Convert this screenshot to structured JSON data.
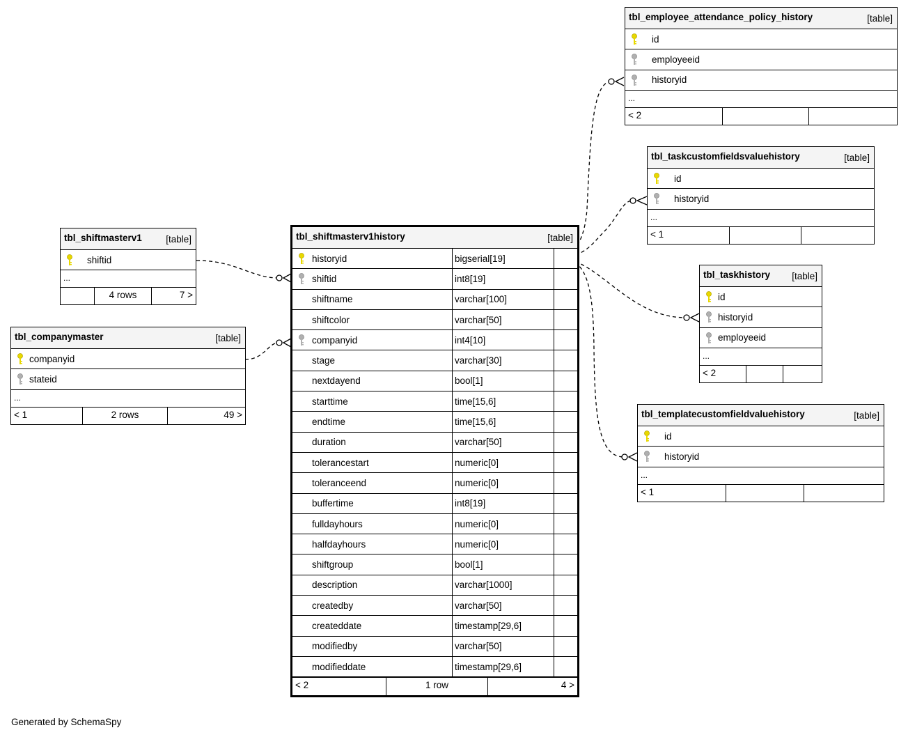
{
  "diagram": {
    "focus_table": {
      "name": "tbl_shiftmasterv1history",
      "kind": "[table]",
      "columns": [
        {
          "name": "historyid",
          "type": "bigserial[19]",
          "key": "primary-key"
        },
        {
          "name": "shiftid",
          "type": "int8[19]",
          "key": "foreign-key"
        },
        {
          "name": "shiftname",
          "type": "varchar[100]",
          "key": ""
        },
        {
          "name": "shiftcolor",
          "type": "varchar[50]",
          "key": ""
        },
        {
          "name": "companyid",
          "type": "int4[10]",
          "key": "foreign-key"
        },
        {
          "name": "stage",
          "type": "varchar[30]",
          "key": ""
        },
        {
          "name": "nextdayend",
          "type": "bool[1]",
          "key": ""
        },
        {
          "name": "starttime",
          "type": "time[15,6]",
          "key": ""
        },
        {
          "name": "endtime",
          "type": "time[15,6]",
          "key": ""
        },
        {
          "name": "duration",
          "type": "varchar[50]",
          "key": ""
        },
        {
          "name": "tolerancestart",
          "type": "numeric[0]",
          "key": ""
        },
        {
          "name": "toleranceend",
          "type": "numeric[0]",
          "key": ""
        },
        {
          "name": "buffertime",
          "type": "int8[19]",
          "key": ""
        },
        {
          "name": "fulldayhours",
          "type": "numeric[0]",
          "key": ""
        },
        {
          "name": "halfdayhours",
          "type": "numeric[0]",
          "key": ""
        },
        {
          "name": "shiftgroup",
          "type": "bool[1]",
          "key": ""
        },
        {
          "name": "description",
          "type": "varchar[1000]",
          "key": ""
        },
        {
          "name": "createdby",
          "type": "varchar[50]",
          "key": ""
        },
        {
          "name": "createddate",
          "type": "timestamp[29,6]",
          "key": ""
        },
        {
          "name": "modifiedby",
          "type": "varchar[50]",
          "key": ""
        },
        {
          "name": "modifieddate",
          "type": "timestamp[29,6]",
          "key": ""
        }
      ],
      "footer": {
        "left": "< 2",
        "center": "1 row",
        "right": "4 >"
      }
    },
    "tables": [
      {
        "name": "tbl_shiftmasterv1",
        "kind": "[table]",
        "columns": [
          {
            "name": "shiftid",
            "key": "primary-key"
          }
        ],
        "ellipsis": "...",
        "footer": {
          "left": "",
          "center": "4 rows",
          "right": "7 >"
        }
      },
      {
        "name": "tbl_companymaster",
        "kind": "[table]",
        "columns": [
          {
            "name": "companyid",
            "key": "primary-key"
          },
          {
            "name": "stateid",
            "key": "foreign-key"
          }
        ],
        "ellipsis": "...",
        "footer": {
          "left": "< 1",
          "center": "2 rows",
          "right": "49 >"
        }
      },
      {
        "name": "tbl_employee_attendance_policy_history",
        "kind": "[table]",
        "columns": [
          {
            "name": "id",
            "key": "primary-key"
          },
          {
            "name": "employeeid",
            "key": "foreign-key"
          },
          {
            "name": "historyid",
            "key": "foreign-key"
          }
        ],
        "ellipsis": "...",
        "footer": {
          "left": "< 2",
          "center": "",
          "right": ""
        }
      },
      {
        "name": "tbl_taskcustomfieldsvaluehistory",
        "kind": "[table]",
        "columns": [
          {
            "name": "id",
            "key": "primary-key"
          },
          {
            "name": "historyid",
            "key": "foreign-key"
          }
        ],
        "ellipsis": "...",
        "footer": {
          "left": "< 1",
          "center": "",
          "right": ""
        }
      },
      {
        "name": "tbl_taskhistory",
        "kind": "[table]",
        "columns": [
          {
            "name": "id",
            "key": "primary-key"
          },
          {
            "name": "historyid",
            "key": "foreign-key"
          },
          {
            "name": "employeeid",
            "key": "foreign-key"
          }
        ],
        "ellipsis": "...",
        "footer": {
          "left": "< 2",
          "center": "",
          "right": ""
        }
      },
      {
        "name": "tbl_templatecustomfieldvaluehistory",
        "kind": "[table]",
        "columns": [
          {
            "name": "id",
            "key": "primary-key"
          },
          {
            "name": "historyid",
            "key": "foreign-key"
          }
        ],
        "ellipsis": "...",
        "footer": {
          "left": "< 1",
          "center": "",
          "right": ""
        }
      }
    ],
    "colors": {
      "primary_key": "#e8d800",
      "foreign_key": "#b0b0b0",
      "header_bg": "#f4f4f4"
    }
  },
  "generated_by": "Generated by SchemaSpy"
}
